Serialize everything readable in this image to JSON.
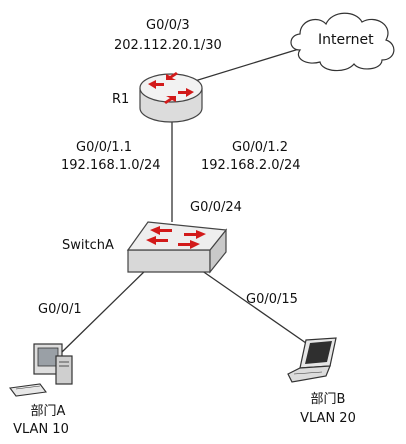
{
  "labels": {
    "wan_port": "G0/0/3",
    "wan_ip": "202.112.20.1/30",
    "router_name": "R1",
    "internet": "Internet",
    "sub1_port": "G0/0/1.1",
    "sub1_net": "192.168.1.0/24",
    "sub2_port": "G0/0/1.2",
    "sub2_net": "192.168.2.0/24",
    "trunk_port": "G0/0/24",
    "switch_name": "SwitchA",
    "port_a": "G0/0/1",
    "port_b": "G0/0/15",
    "dept_a": "部门A",
    "vlan_a": "VLAN 10",
    "dept_b": "部门B",
    "vlan_b": "VLAN 20"
  },
  "colors": {
    "line": "#333333",
    "device_fill": "#e9e9e9",
    "device_stroke": "#444444",
    "arrow": "#d21a1a"
  },
  "icons": {
    "router": "router-icon",
    "switch": "switch-icon",
    "cloud": "cloud-icon",
    "desktop": "desktop-pc-icon",
    "laptop": "laptop-icon"
  }
}
